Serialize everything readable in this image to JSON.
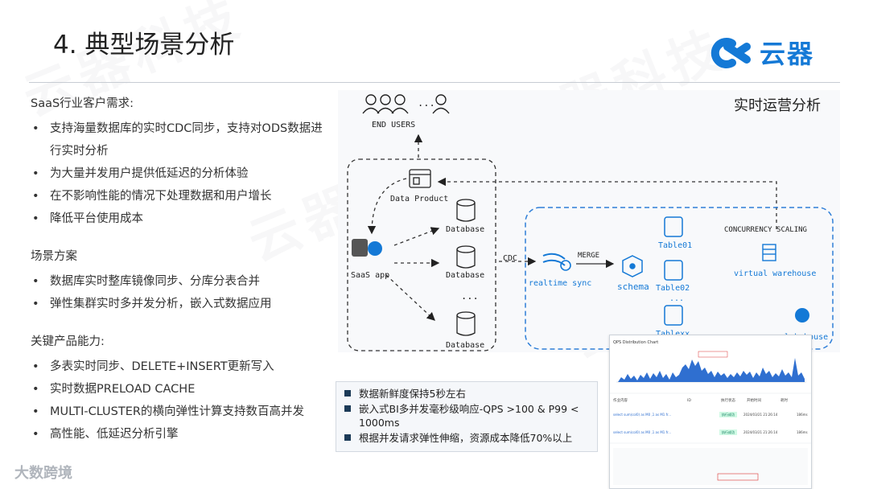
{
  "slide": {
    "title": "4. 典型场景分析",
    "logo_text": "云器",
    "footer_brand": "大数跨境"
  },
  "left": {
    "section1_title": "SaaS行业客户需求:",
    "section1_items": [
      "支持海量数据库的实时CDC同步，支持对ODS数据进行实时分析",
      "为大量并发用户提供低延迟的分析体验",
      "在不影响性能的情况下处理数据和用户增长",
      "降低平台使用成本"
    ],
    "section2_title": "场景方案",
    "section2_items": [
      "数据库实时整库镜像同步、分库分表合并",
      "弹性集群实时多并发分析，嵌入式数据应用"
    ],
    "section3_title": "关键产品能力:",
    "section3_items": [
      "多表实时同步、DELETE+INSERT更新写入",
      "实时数据PRELOAD CACHE",
      "MULTI-CLUSTER的横向弹性计算支持数百高并发",
      "高性能、低延迟分析引擎"
    ]
  },
  "diagram": {
    "panel_title": "实时运营分析",
    "end_users": "END USERS",
    "ellipsis": "...",
    "data_product": "Data Product",
    "saas_app": "SaaS app",
    "database_label": "Database",
    "cdc": "CDC",
    "merge": "MERGE",
    "realtime_sync": "realtime sync",
    "schema": "schema",
    "tables": [
      "Table01",
      "Table02",
      "...",
      "Tablexx"
    ],
    "concurrency": "CONCURRENCY SCALING",
    "virtual_warehouse": "virtual warehouse",
    "lakehouse": "lakehouse"
  },
  "info": {
    "items": [
      "数据新鲜度保持5秒左右",
      "嵌入式BI多并发毫秒级响应-QPS >100 & P99 < 1000ms",
      "根据并发请求弹性伸缩，资源成本降低70%以上"
    ]
  },
  "screenshot": {
    "chart_title": "QPS Distribution Chart",
    "columns": [
      "作业内容",
      "ID",
      "执行状态",
      "开始时间",
      "耗时"
    ],
    "rows": [
      {
        "query": "select sum(col0) as M0 ,1 as M1 fr...",
        "status": "执行成功",
        "time": "2024/03/21 21:26:14",
        "duration": "186ms"
      },
      {
        "query": "select sum(col0) as M0 ,1 as M1 fr...",
        "status": "执行成功",
        "time": "2024/03/21 21:26:14",
        "duration": "186ms"
      }
    ]
  },
  "colors": {
    "accent": "#1479d6",
    "diagram_blue": "#2f7fd8",
    "dark_square": "#1b3a57"
  }
}
